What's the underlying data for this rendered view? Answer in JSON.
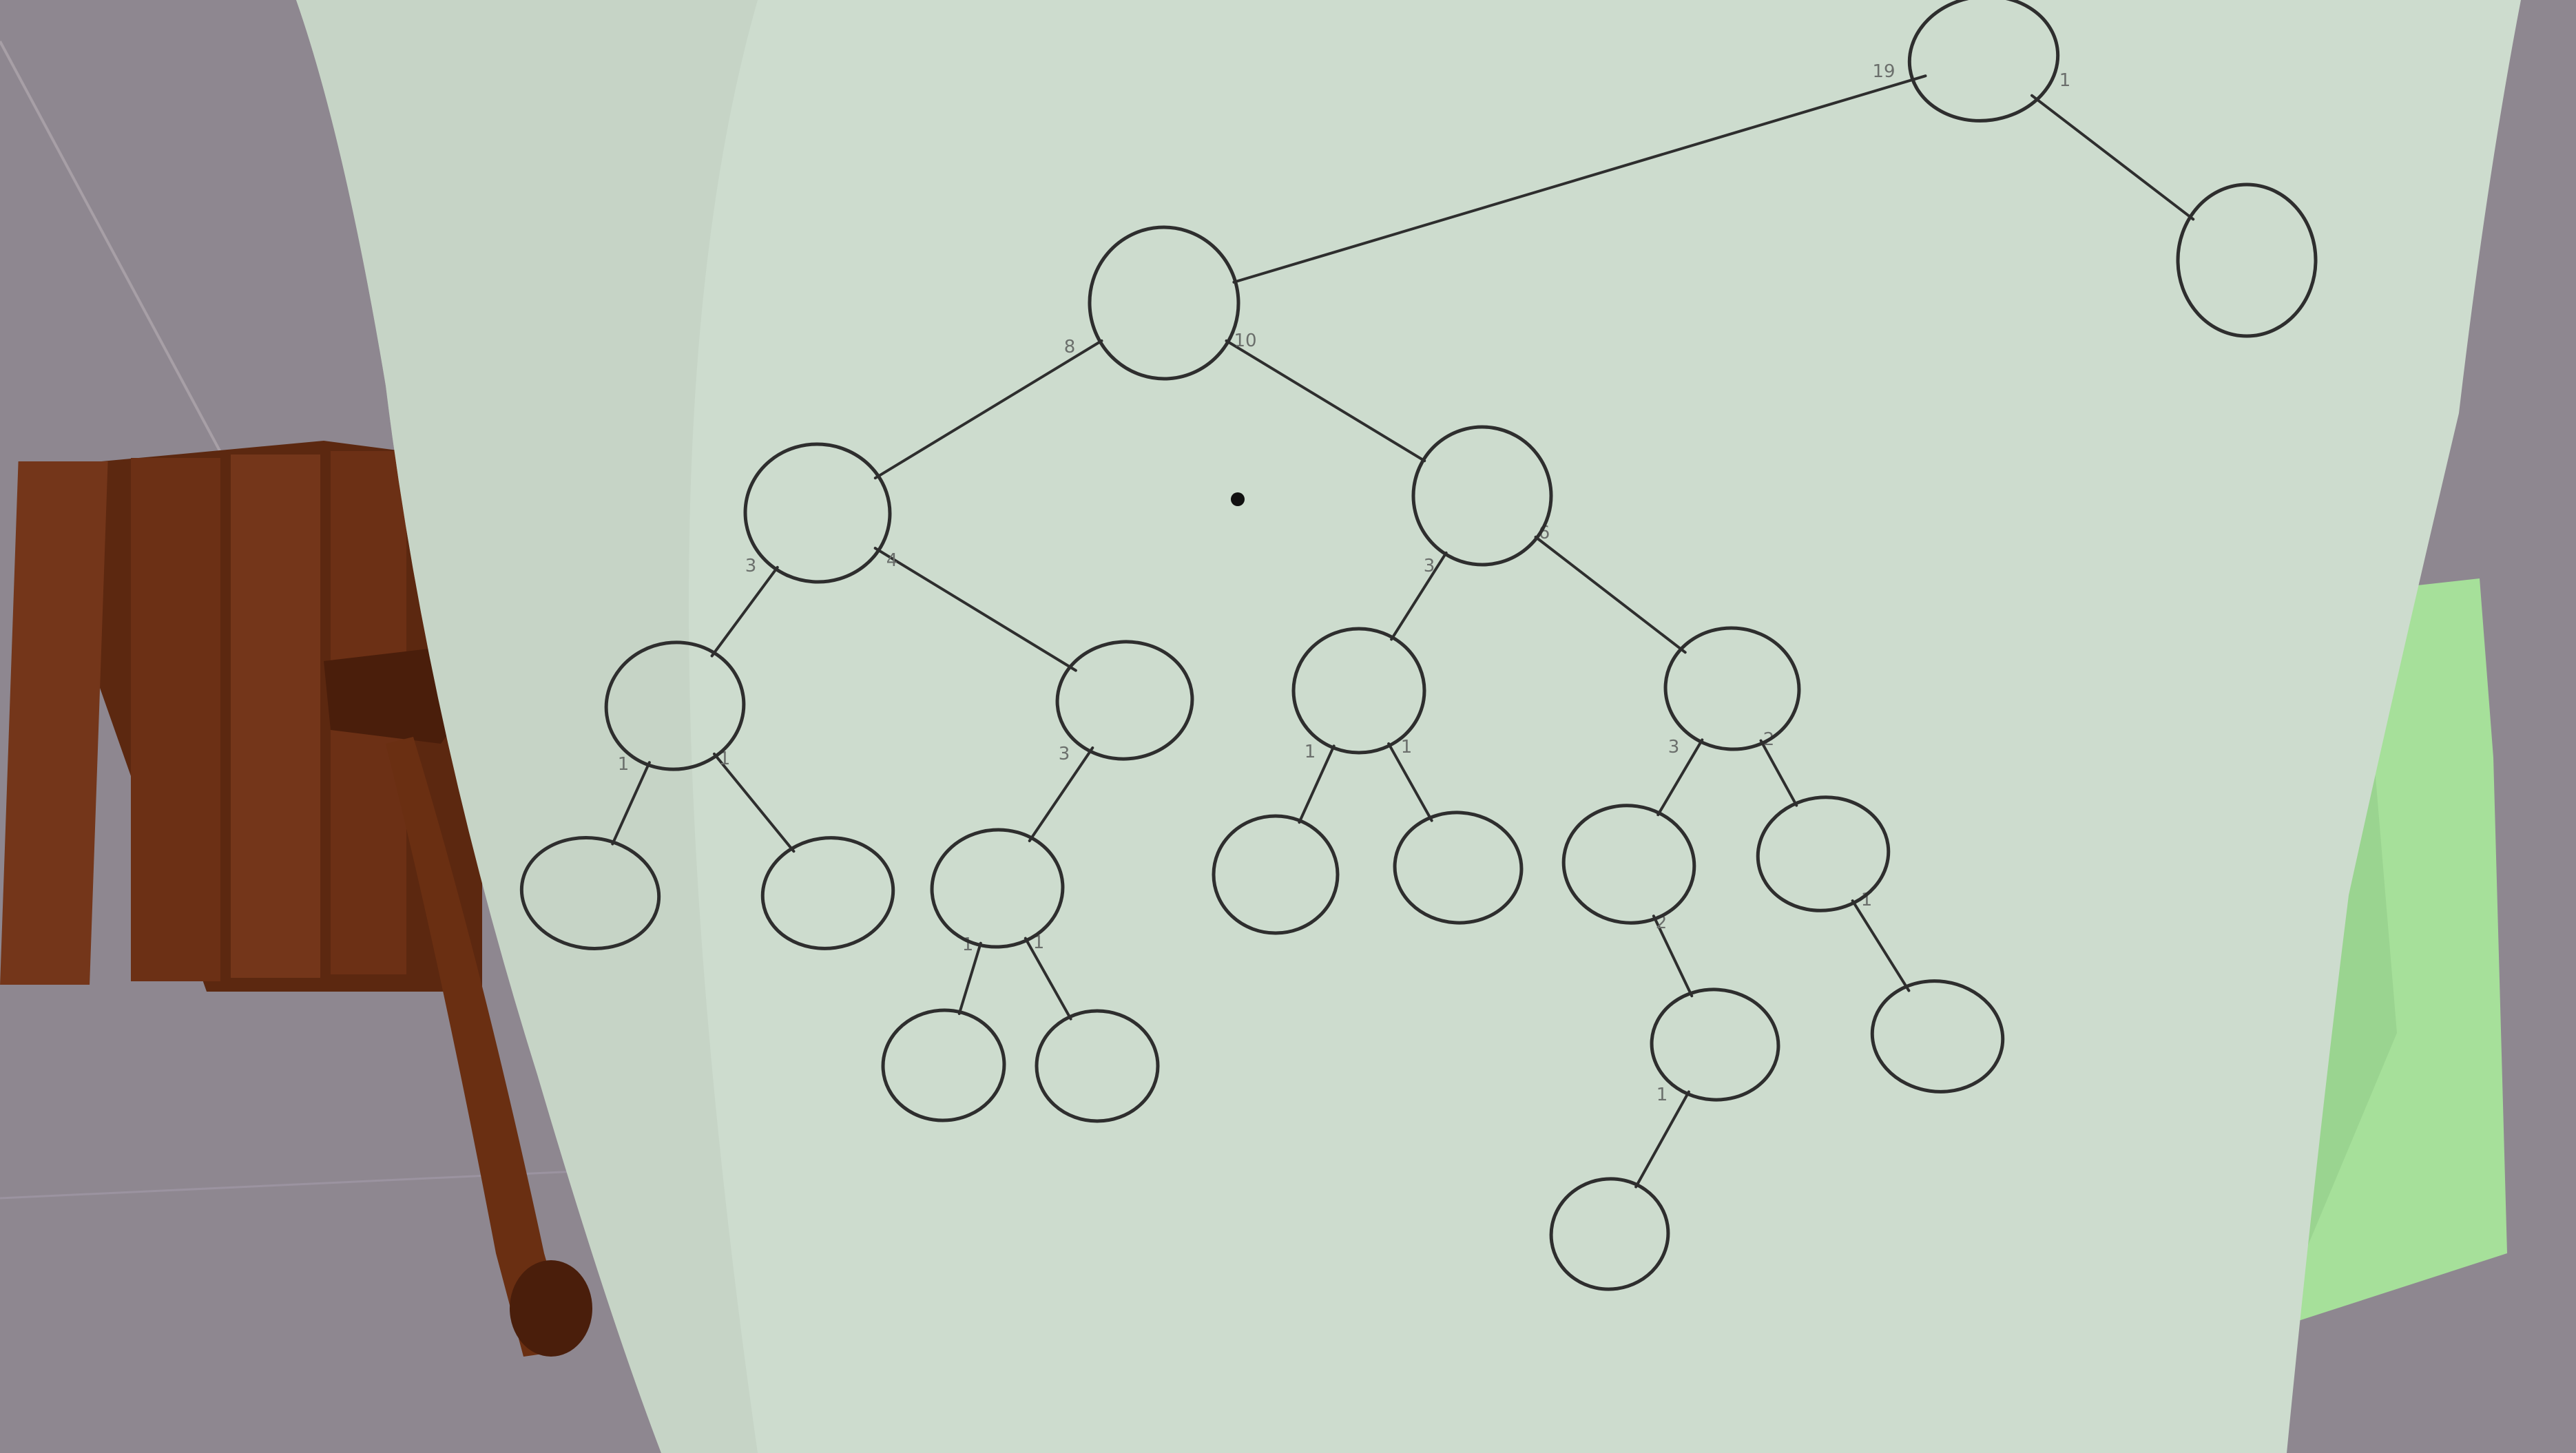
{
  "photo": {
    "subject": "hand-drawn-tree-diagram",
    "paper_color": "#cddcce",
    "cloth_color": "#a6e09a",
    "floor_color": "#8e8790",
    "wood_color": "#6a2f12",
    "ink_color": "#2e2e2e"
  },
  "diagram": {
    "nodes": [
      {
        "id": "root"
      },
      {
        "id": "n8_10"
      },
      {
        "id": "n_right_leaf"
      },
      {
        "id": "n3_4"
      },
      {
        "id": "n3_6"
      },
      {
        "id": "n1_1_a"
      },
      {
        "id": "n3_b"
      },
      {
        "id": "n1_1_c"
      },
      {
        "id": "n3_2"
      },
      {
        "id": "leaf_a1"
      },
      {
        "id": "leaf_a2"
      },
      {
        "id": "n1_1_b"
      },
      {
        "id": "leaf_c1"
      },
      {
        "id": "leaf_c2"
      },
      {
        "id": "n_1_d"
      },
      {
        "id": "n_1_e"
      },
      {
        "id": "leaf_b1"
      },
      {
        "id": "leaf_b2"
      },
      {
        "id": "n_1_f"
      },
      {
        "id": "leaf_e1"
      },
      {
        "id": "leaf_f1"
      }
    ],
    "edges": [
      {
        "from": "root",
        "to": "n8_10",
        "label": "19"
      },
      {
        "from": "root",
        "to": "n_right_leaf",
        "label": "1"
      },
      {
        "from": "n8_10",
        "to": "n3_4",
        "label": "8"
      },
      {
        "from": "n8_10",
        "to": "n3_6",
        "label": "10"
      },
      {
        "from": "n3_4",
        "to": "n1_1_a",
        "label": "3"
      },
      {
        "from": "n3_4",
        "to": "n3_b",
        "label": "4"
      },
      {
        "from": "n3_6",
        "to": "n1_1_c",
        "label": "3"
      },
      {
        "from": "n3_6",
        "to": "n3_2",
        "label": "6"
      },
      {
        "from": "n1_1_a",
        "to": "leaf_a1",
        "label": "1"
      },
      {
        "from": "n1_1_a",
        "to": "leaf_a2",
        "label": "1"
      },
      {
        "from": "n3_b",
        "to": "n1_1_b",
        "label": "3"
      },
      {
        "from": "n1_1_c",
        "to": "leaf_c1",
        "label": "1"
      },
      {
        "from": "n1_1_c",
        "to": "leaf_c2",
        "label": "1"
      },
      {
        "from": "n3_2",
        "to": "n_1_d",
        "label": "3"
      },
      {
        "from": "n3_2",
        "to": "n_1_e",
        "label": "2"
      },
      {
        "from": "n1_1_b",
        "to": "leaf_b1",
        "label": "1"
      },
      {
        "from": "n1_1_b",
        "to": "leaf_b2",
        "label": "1"
      },
      {
        "from": "n_1_d",
        "to": "n_1_f",
        "label": "2"
      },
      {
        "from": "n_1_e",
        "to": "leaf_e1",
        "label": "1"
      },
      {
        "from": "n_1_f",
        "to": "leaf_f1",
        "label": "1"
      }
    ]
  }
}
